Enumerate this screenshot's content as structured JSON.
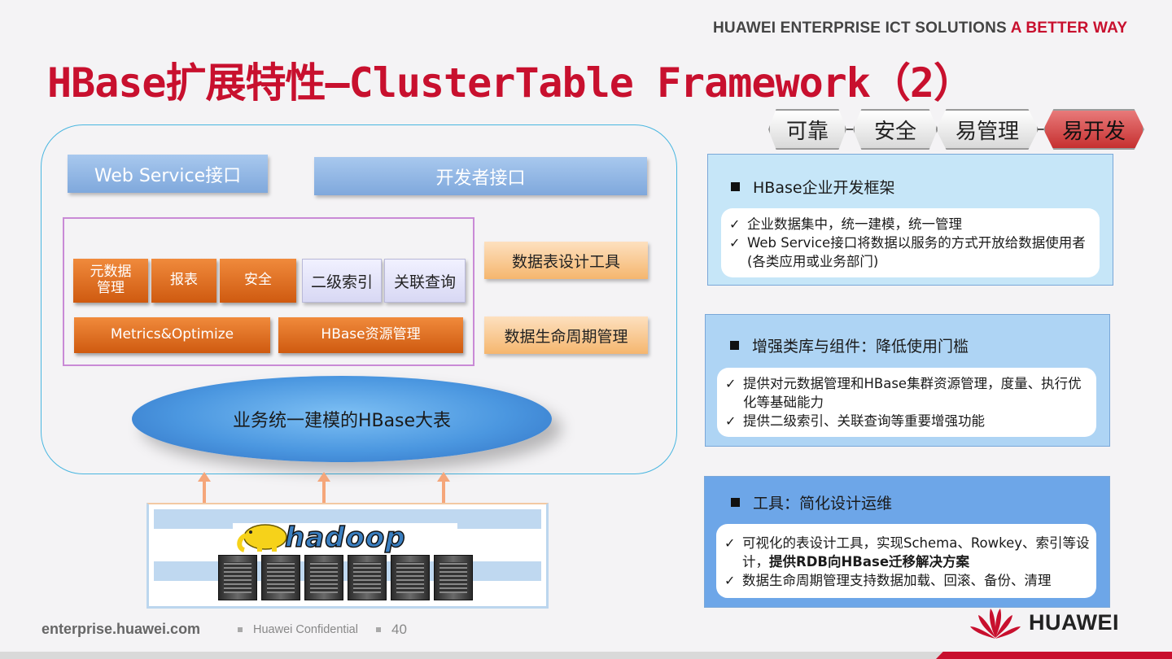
{
  "header": {
    "tagline_main": "HUAWEI ENTERPRISE ICT SOLUTIONS",
    "tagline_accent": "A BETTER WAY",
    "title": "HBase扩展特性—ClusterTable Framework（2）"
  },
  "tags": [
    "可靠",
    "安全",
    "易管理",
    "易开发"
  ],
  "architecture": {
    "web_service": "Web Service接口",
    "dev_interface": "开发者接口",
    "modules": {
      "metadata": "元数据\n管理",
      "report": "报表",
      "security": "安全",
      "secondary_index": "二级索引",
      "join_query": "关联查询",
      "metrics": "Metrics&Optimize",
      "resource_mgmt": "HBase资源管理"
    },
    "tools": {
      "table_design": "数据表设计工具",
      "lifecycle": "数据生命周期管理"
    },
    "big_table": "业务统一建模的HBase大表",
    "hadoop_label": "hadoop"
  },
  "panels": [
    {
      "heading": "HBase企业开发框架",
      "bullets": [
        {
          "text": "企业数据集中，统一建模，统一管理"
        },
        {
          "text": "Web Service接口将数据以服务的方式开放给数据使用者(各类应用或业务部门)"
        }
      ]
    },
    {
      "heading": "增强类库与组件：降低使用门槛",
      "bullets": [
        {
          "text": "提供对元数据管理和HBase集群资源管理，度量、执行优化等基础能力"
        },
        {
          "text": "提供二级索引、关联查询等重要增强功能"
        }
      ]
    },
    {
      "heading": "工具：简化设计运维",
      "bullets": [
        {
          "text": "可视化的表设计工具，实现Schema、Rowkey、索引等设计，",
          "bold": "提供RDB向HBase迁移解决方案"
        },
        {
          "text": "数据生命周期管理支持数据加载、回滚、备份、清理"
        }
      ]
    }
  ],
  "footer": {
    "site": "enterprise.huawei.com",
    "confidential": "Huawei Confidential",
    "page": "40",
    "brand": "HUAWEI"
  },
  "icons": {
    "check": "✓",
    "logo": "huawei-petal-logo"
  },
  "colors": {
    "brand_red": "#c8102e",
    "orange": "#e06a1e",
    "blue": "#7fa8dc"
  }
}
